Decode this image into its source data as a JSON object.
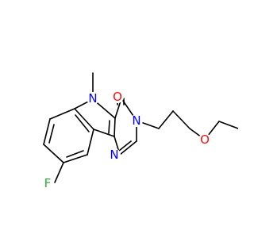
{
  "molecule": {
    "atoms": [
      {
        "id": "O1",
        "symbol": "O",
        "color": "#ff0d0d"
      },
      {
        "id": "N5",
        "symbol": "N",
        "color": "#0000ff"
      },
      {
        "id": "N3",
        "symbol": "N",
        "color": "#0000ff"
      },
      {
        "id": "N1",
        "symbol": "N",
        "color": "#0000ff"
      },
      {
        "id": "F8",
        "symbol": "F",
        "color": "#33aa33"
      },
      {
        "id": "O2",
        "symbol": "O",
        "color": "#ff0d0d"
      }
    ],
    "bond_color": "#000000",
    "background": "#ffffff"
  }
}
